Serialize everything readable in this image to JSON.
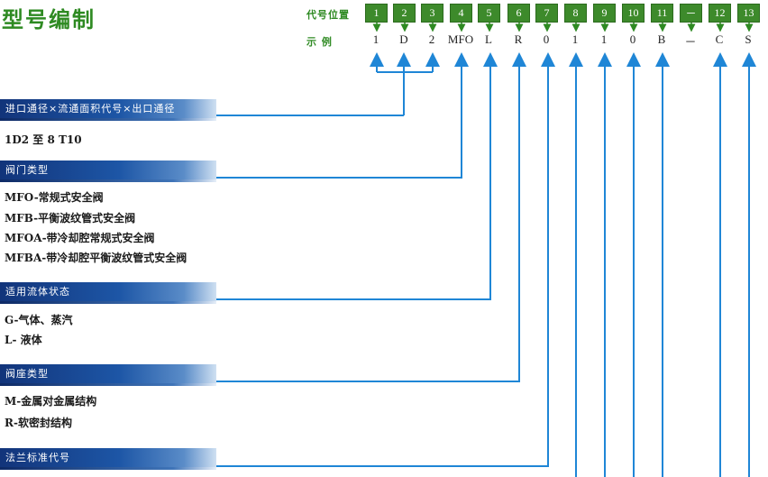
{
  "title": "型号编制",
  "labels": {
    "position": "代号位置",
    "example": "示    例"
  },
  "positions": [
    "1",
    "2",
    "3",
    "4",
    "5",
    "6",
    "7",
    "8",
    "9",
    "10",
    "11",
    "－",
    "12",
    "13"
  ],
  "example_codes": [
    "1",
    "D",
    "2",
    "MFO",
    "L",
    "R",
    "0",
    "1",
    "1",
    "0",
    "B",
    "－",
    "C",
    "S"
  ],
  "sections": [
    {
      "header": "进口通径×流通面积代号×出口通径",
      "options": [
        "1D2 至 8 T10"
      ]
    },
    {
      "header": "阀门类型",
      "options": [
        "MFO-常规式安全阀",
        "MFB-平衡波纹管式安全阀",
        "MFOA-带冷却腔常规式安全阀",
        "MFBA-带冷却腔平衡波纹管式安全阀"
      ]
    },
    {
      "header": "适用流体状态",
      "options": [
        "G-气体、蒸汽",
        "L- 液体"
      ]
    },
    {
      "header": "阀座类型",
      "options": [
        "M-金属对金属结构",
        "R-软密封结构"
      ]
    },
    {
      "header": "法兰标准代号",
      "options": []
    }
  ],
  "colors": {
    "accent_green": "#2e8a22",
    "box_green": "#3d8a2b",
    "wire_blue": "#1f86d6",
    "band_dark": "#12347a"
  }
}
